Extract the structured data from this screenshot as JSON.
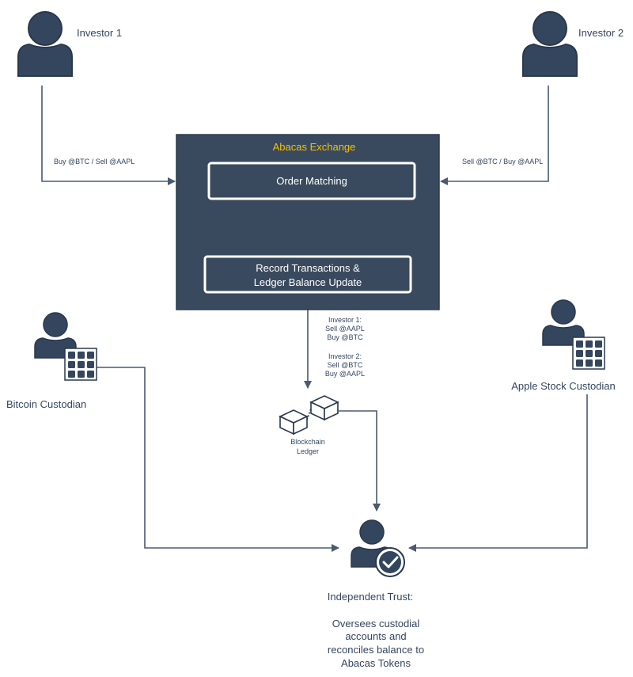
{
  "colors": {
    "node_fill": "#3a4a5e",
    "node_border": "#2c3a4c",
    "accent": "#f5c000",
    "line": "#4a5a70",
    "inner_border": "#ffffff"
  },
  "investor_1": {
    "label": "Investor 1",
    "icon": "person-icon"
  },
  "investor_2": {
    "label": "Investor 2",
    "icon": "person-icon"
  },
  "edges": {
    "inv1_to_exchange": "Buy @BTC / Sell @AAPL",
    "inv2_to_exchange": "Sell @BTC / Buy @AAPL"
  },
  "exchange": {
    "title": "Abacas Exchange",
    "order_matching": "Order Matching",
    "record_line1": "Record Transactions &",
    "record_line2": "Ledger Balance Update"
  },
  "transactions": {
    "inv1_title": "Investor 1:",
    "inv1_line1": "Sell @AAPL",
    "inv1_line2": "Buy @BTC",
    "inv2_title": "Investor 2:",
    "inv2_line1": "Sell @BTC",
    "inv2_line2": "Buy @AAPL"
  },
  "ledger": {
    "line1": "Blockchain",
    "line2": "Ledger",
    "icon": "blockchain-icon"
  },
  "bitcoin_custodian": {
    "label": "Bitcoin Custodian",
    "icon": "custodian-icon"
  },
  "apple_custodian": {
    "label": "Apple Stock Custodian",
    "icon": "custodian-icon"
  },
  "trust": {
    "title": "Independent Trust:",
    "desc_line1": "Oversees custodial",
    "desc_line2": "accounts and",
    "desc_line3": "reconciles balance to",
    "desc_line4": "Abacas Tokens",
    "icon": "verified-person-icon"
  }
}
